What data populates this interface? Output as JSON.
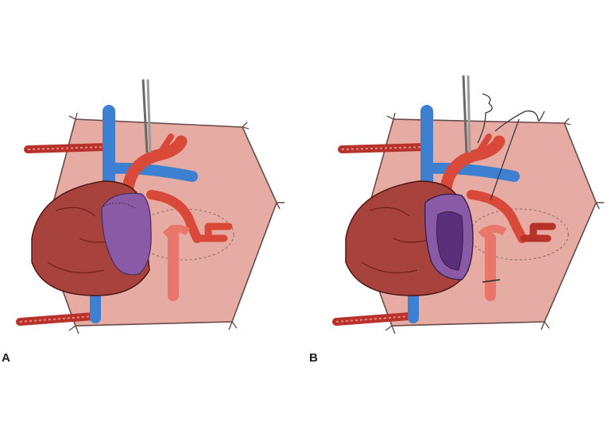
{
  "figure": {
    "panels": [
      {
        "id": "A",
        "label": "A"
      },
      {
        "id": "B",
        "label": "B"
      }
    ]
  },
  "colors": {
    "drape": "#e6aca3",
    "drape_edge": "#6a4a48",
    "heart": "#a8423c",
    "heart_dark": "#6e1f1c",
    "vein": "#3d7fd0",
    "artery": "#d8493a",
    "artery_light": "#e9766a",
    "thymus_purple": "#8a5aa6",
    "tube_red": "#b8322c"
  },
  "icons": [
    "forceps-icon",
    "suture-icon"
  ]
}
